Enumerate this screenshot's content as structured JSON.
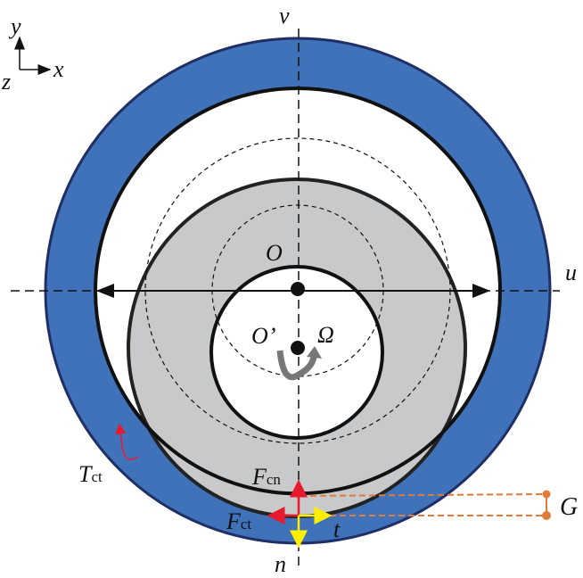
{
  "labels": {
    "axis_y": "y",
    "axis_x": "x",
    "axis_z": "z",
    "v": "v",
    "u": "u",
    "n": "n",
    "t": "t",
    "O": "O",
    "O_prime": "O’",
    "Omega": "Ω",
    "G": "G",
    "T": "T",
    "T_sub": "ct",
    "Fcn": "F",
    "Fcn_sub": "cn",
    "Fct": "F",
    "Fct_sub": "ct"
  },
  "colors": {
    "stator": "#3f72b9",
    "stator_edge": "#1f2f66",
    "rotor": "#c8c9cb",
    "force": "#e8192c",
    "frame": "#ffee00",
    "gap": "#e07b39"
  }
}
